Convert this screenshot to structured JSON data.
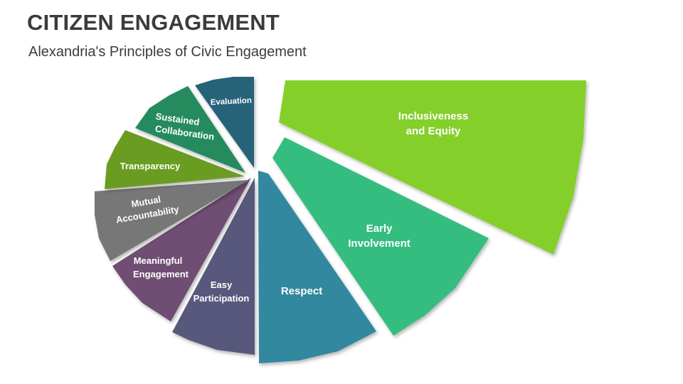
{
  "header": {
    "title": "CITIZEN ENGAGEMENT",
    "subtitle": "Alexandria's Principles of Civic Engagement"
  },
  "segments": [
    {
      "line1": "Inclusiveness",
      "line2": "and Equity",
      "color": "#84cf2c"
    },
    {
      "line1": "Early",
      "line2": "Involvement",
      "color": "#35bd80"
    },
    {
      "line1": "Respect",
      "line2": "",
      "color": "#33889f"
    },
    {
      "line1": "Easy",
      "line2": "Participation",
      "color": "#58597c"
    },
    {
      "line1": "Meaningful",
      "line2": "Engagement",
      "color": "#6f4e72"
    },
    {
      "line1": "Mutual",
      "line2": "Accountability",
      "color": "#777777"
    },
    {
      "line1": "Transparency",
      "line2": "",
      "color": "#6b9c24"
    },
    {
      "line1": "Sustained",
      "line2": "Collaboration",
      "color": "#258a5e"
    },
    {
      "line1": "Evaluation",
      "line2": "",
      "color": "#256278"
    }
  ]
}
